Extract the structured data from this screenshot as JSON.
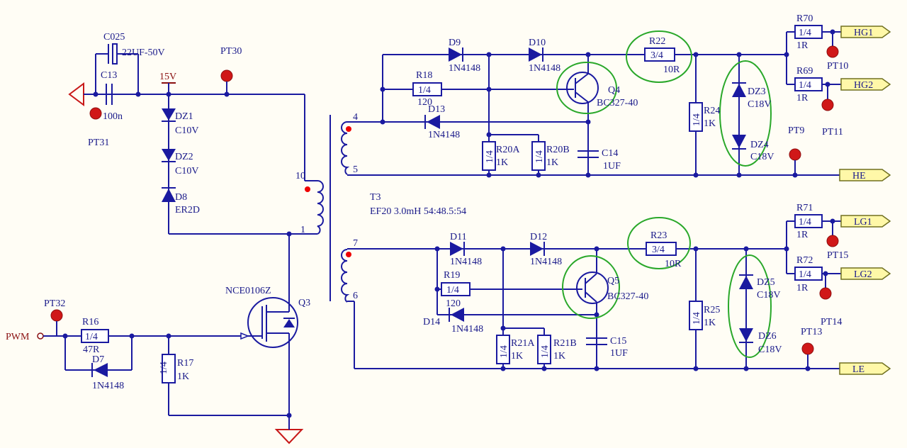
{
  "labels": {
    "C025": "C025",
    "C025_val": "22UF-50V",
    "C13": "C13",
    "C13_val": "100n",
    "PT30": "PT30",
    "PT31": "PT31",
    "PT32": "PT32",
    "V15": "15V",
    "DZ1": "DZ1",
    "DZ1_val": "C10V",
    "DZ2": "DZ2",
    "DZ2_val": "C10V",
    "D8": "D8",
    "D8_val": "ER2D",
    "Q3": "Q3",
    "Q3_val": "NCE0106Z",
    "R16": "R16",
    "R16_val": "47R",
    "R16_box": "1/4",
    "D7": "D7",
    "D7_val": "1N4148",
    "R17": "R17",
    "R17_val": "1K",
    "R17_box": "1/4",
    "PWM": "PWM",
    "T3": "T3",
    "T3_val": "EF20 3.0mH 54:48.5:54",
    "pin10": "10",
    "pin1": "1",
    "pin4": "4",
    "pin5": "5",
    "pin7": "7",
    "pin6": "6",
    "D9": "D9",
    "D9_val": "1N4148",
    "D10": "D10",
    "D10_val": "1N4148",
    "R18": "R18",
    "R18_val": "120",
    "R18_box": "1/4",
    "D13": "D13",
    "D13_val": "1N4148",
    "R20A": "R20A",
    "R20A_val": "1K",
    "R20A_box": "1/4",
    "R20B": "R20B",
    "R20B_val": "1K",
    "R20B_box": "1/4",
    "C14": "C14",
    "C14_val": "1UF",
    "Q4": "Q4",
    "Q4_val": "BC327-40",
    "R22": "R22",
    "R22_val": "10R",
    "R22_box": "3/4",
    "R24": "R24",
    "R24_val": "1K",
    "R24_box": "1/4",
    "DZ3": "DZ3",
    "DZ3_val": "C18V",
    "DZ4": "DZ4",
    "DZ4_val": "C18V",
    "R70": "R70",
    "R70_val": "1R",
    "R70_box": "1/4",
    "R69": "R69",
    "R69_val": "1R",
    "R69_box": "1/4",
    "PT10": "PT10",
    "PT9": "PT9",
    "PT11": "PT11",
    "HG1": "HG1",
    "HG2": "HG2",
    "HE": "HE",
    "D11": "D11",
    "D11_val": "1N4148",
    "D12": "D12",
    "D12_val": "1N4148",
    "R19": "R19",
    "R19_val": "120",
    "R19_box": "1/4",
    "D14": "D14",
    "D14_val": "1N4148",
    "R21A": "R21A",
    "R21A_val": "1K",
    "R21A_box": "1/4",
    "R21B": "R21B",
    "R21B_val": "1K",
    "R21B_box": "1/4",
    "C15": "C15",
    "C15_val": "1UF",
    "Q5": "Q5",
    "Q5_val": "BC327-40",
    "R23": "R23",
    "R23_val": "10R",
    "R23_box": "3/4",
    "R25": "R25",
    "R25_val": "1K",
    "R25_box": "1/4",
    "DZ5": "DZ5",
    "DZ5_val": "C18V",
    "DZ6": "DZ6",
    "DZ6_val": "C18V",
    "R71": "R71",
    "R71_val": "1R",
    "R71_box": "1/4",
    "R72": "R72",
    "R72_val": "1R",
    "R72_box": "1/4",
    "PT15": "PT15",
    "PT14": "PT14",
    "PT13": "PT13",
    "LG1": "LG1",
    "LG2": "LG2",
    "LE": "LE"
  },
  "colors": {
    "wire": "#1a1aa0",
    "text": "#1a1a8a",
    "test_point": "#d01818",
    "highlight_circle": "#2aa82a",
    "port_fill": "#fff8a8",
    "background": "#fffdf5"
  }
}
